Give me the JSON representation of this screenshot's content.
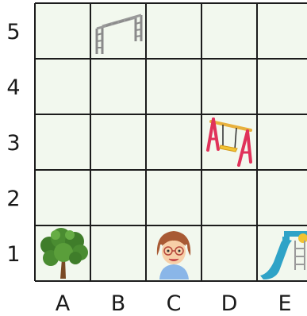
{
  "grid": {
    "rows": [
      "5",
      "4",
      "3",
      "2",
      "1"
    ],
    "columns": [
      "A",
      "B",
      "C",
      "D",
      "E"
    ],
    "cell_color": "#f2f8ee",
    "line_color": "#1c1c1c"
  },
  "items": [
    {
      "name": "monkey-bars-icon",
      "col": "B",
      "row": "5"
    },
    {
      "name": "swing-icon",
      "col": "D",
      "row": "3"
    },
    {
      "name": "tree-icon",
      "col": "A",
      "row": "1"
    },
    {
      "name": "girl-icon",
      "col": "C",
      "row": "1"
    },
    {
      "name": "slide-icon",
      "col": "E",
      "row": "1"
    }
  ]
}
